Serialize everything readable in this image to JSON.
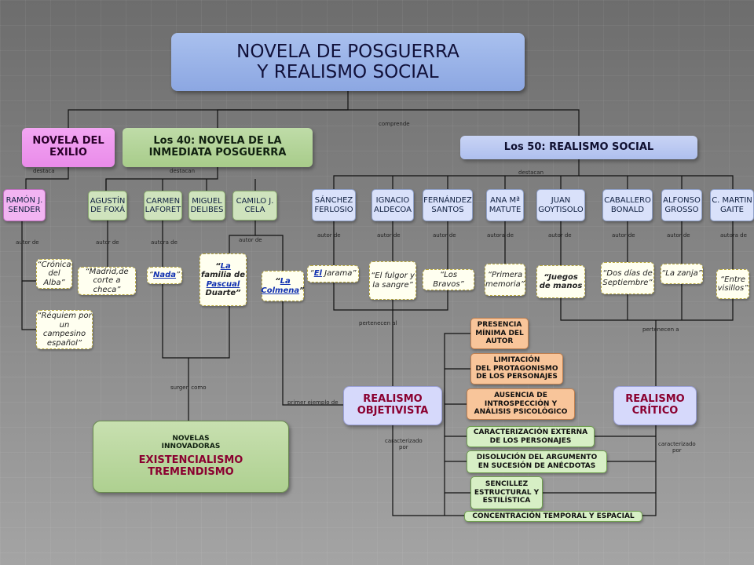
{
  "title": {
    "line1": "NOVELA DE POSGUERRA",
    "line2": "Y REALISMO SOCIAL"
  },
  "categories": {
    "exilio": {
      "line1": "NOVELA DEL",
      "line2": "EXILIO"
    },
    "cuarenta": {
      "line1": "Los 40: NOVELA DE LA",
      "line2": "INMEDIATA POSGUERRA"
    },
    "cincuenta": "Los 50: REALISMO SOCIAL"
  },
  "connectors": {
    "comprende": "comprende",
    "destaca": "destaca",
    "destacan_40": "destacan",
    "destacan_50": "destacan",
    "surgen_como": "surgen como",
    "primer_ejemplo": "primer ejemplo de",
    "pertenecen_al": "pertenecen al",
    "pertenecen_a": "pertenecen a",
    "caracterizado_por_1": {
      "line1": "caracterizado",
      "line2": "por"
    },
    "caracterizado_por_2": {
      "line1": "caracterizado",
      "line2": "por"
    }
  },
  "authors": [
    {
      "id": "sender",
      "line1": "RAMÓN J.",
      "line2": "SENDER",
      "relation": "autor de"
    },
    {
      "id": "foxa",
      "line1": "AGUSTÍN",
      "line2": "DE FOXÁ",
      "relation": "autor de"
    },
    {
      "id": "laforet",
      "line1": "CARMEN",
      "line2": "LAFORET",
      "relation": "autora de"
    },
    {
      "id": "delibes",
      "line1": "MIGUEL",
      "line2": "DELIBES",
      "relation": ""
    },
    {
      "id": "cela",
      "line1": "CAMILO J.",
      "line2": "CELA",
      "relation": "autor de"
    },
    {
      "id": "ferlosio",
      "line1": "SÁNCHEZ",
      "line2": "FERLOSIO",
      "relation": "autor de"
    },
    {
      "id": "aldecoa",
      "line1": "IGNACIO",
      "line2": "ALDECOA",
      "relation": "autor de"
    },
    {
      "id": "santos",
      "line1": "FERNÁNDEZ",
      "line2": "SANTOS",
      "relation": "autor de"
    },
    {
      "id": "matute",
      "line1": "ANA Mª",
      "line2": "MATUTE",
      "relation": "autora de"
    },
    {
      "id": "goytisolo",
      "line1": "JUAN",
      "line2": "GOYTISOLO",
      "relation": "autor de"
    },
    {
      "id": "bonald",
      "line1": "CABALLERO",
      "line2": "BONALD",
      "relation": "autor de"
    },
    {
      "id": "grosso",
      "line1": "ALFONSO",
      "line2": "GROSSO",
      "relation": "autor de"
    },
    {
      "id": "gaite",
      "line1": "C. MARTIN",
      "line2": "GAITE",
      "relation": "autora de"
    }
  ],
  "works": {
    "cronica": {
      "line1": "“Crónica",
      "line2": "del Alba”"
    },
    "requiem": {
      "line1": "“Réquiem por",
      "line2": "un campesino",
      "line3": "español”"
    },
    "madrid": {
      "line1": "“Madrid,de",
      "line2": "corte a checa”"
    },
    "nada": {
      "pre": "“",
      "title": "Nada",
      "post": "”"
    },
    "pascual": {
      "line1_pre": "“",
      "line1": "La",
      "line2": "familia de",
      "line3": "Pascual",
      "line4": "Duarte”"
    },
    "colmena": {
      "line1_pre": "“",
      "line1": "La",
      "line2": "Colmena",
      "line2_post": "”"
    },
    "jarama": {
      "pre": "“",
      "title": "El",
      "rest": " Jarama”"
    },
    "fulgor": {
      "line1": "“El fulgor y",
      "line2": "la sangre”"
    },
    "bravos": "“Los Bravos”",
    "memoria": {
      "line1": "“Primera",
      "line2": "memoria”"
    },
    "juegos": {
      "line1": "“Juegos",
      "line2": "de manos"
    },
    "septiembre": {
      "line1": "“Dos días de",
      "line2": "Septiembre”"
    },
    "zanja": "“La zanja”",
    "visillos": {
      "line1": "“Entre",
      "line2": "visillos”"
    }
  },
  "existencialismo": {
    "sub1": "NOVELAS",
    "sub2": "INNOVADORAS",
    "main1": "EXISTENCIALISMO",
    "main2": "TREMENDISMO"
  },
  "realismo_objetivista": {
    "line1": "REALISMO",
    "line2": "OBJETIVISTA"
  },
  "realismo_critico": {
    "line1": "REALISMO",
    "line2": "CRÍTICO"
  },
  "features": [
    {
      "line1": "PRESENCIA",
      "line2": "MÍNIMA DEL",
      "line3": "AUTOR"
    },
    {
      "line1": "LIMITACIÓN",
      "line2": "DEL PROTAGONISMO",
      "line3": "DE LOS PERSONAJES"
    },
    {
      "line1": "AUSENCIA DE",
      "line2": "INTROSPECCIÓN Y",
      "line3": "ANÁLISIS PSICOLÓGICO"
    },
    {
      "line1": "CARACTERIZACIÓN EXTERNA",
      "line2": "DE LOS PERSONAJES"
    },
    {
      "line1": "DISOLUCIÓN DEL ARGUMENTO",
      "line2": "EN SUCESIÓN DE ANÉCDOTAS"
    },
    {
      "line1": "SENCILLEZ",
      "line2": "ESTRUCTURAL Y",
      "line3": "ESTILÍSTICA"
    },
    {
      "line1": "CONCENTRACIÓN TEMPORAL Y ESPACIAL"
    }
  ]
}
